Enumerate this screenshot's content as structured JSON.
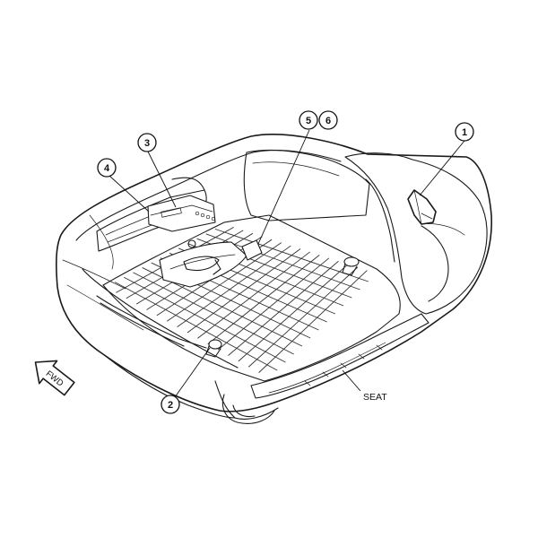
{
  "callouts": [
    {
      "id": "1",
      "text": "1"
    },
    {
      "id": "2",
      "text": "2"
    },
    {
      "id": "3",
      "text": "3"
    },
    {
      "id": "4",
      "text": "4"
    },
    {
      "id": "5",
      "text": "5"
    },
    {
      "id": "6",
      "text": "6"
    }
  ],
  "labels": {
    "seat": "SEAT",
    "forward_arrow": "FWD"
  },
  "colors": {
    "line": "#1a1a1a",
    "background": "#ffffff"
  }
}
